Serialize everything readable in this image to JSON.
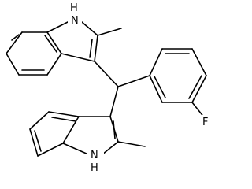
{
  "molecule": {
    "atoms": {
      "nh_top": "NH",
      "h_top": "H",
      "n_top": "N",
      "fluorine": "F",
      "h_bottom": "H",
      "n_bottom": "N"
    }
  }
}
